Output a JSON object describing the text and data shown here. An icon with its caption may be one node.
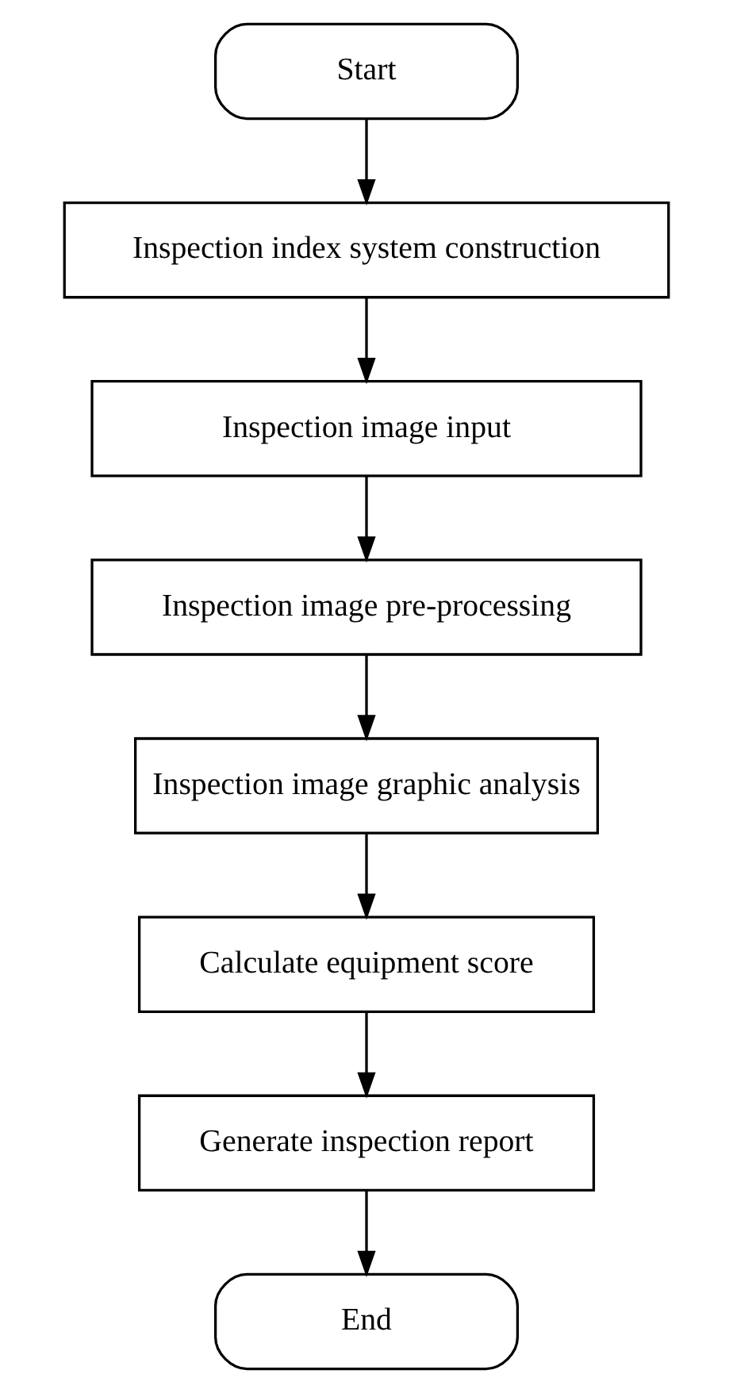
{
  "diagram": {
    "nodes": [
      {
        "text": [
          "Start"
        ]
      },
      {
        "text": [
          "Inspection index system construction"
        ]
      },
      {
        "text": [
          "Inspection image input"
        ]
      },
      {
        "text": [
          "Inspection image pre-processing"
        ]
      },
      {
        "text": [
          "Inspection image graphic analysis"
        ]
      },
      {
        "text": [
          "Calculate equipment score"
        ]
      },
      {
        "text": [
          "Generate inspection report"
        ]
      },
      {
        "text": [
          "End"
        ]
      }
    ],
    "edges": [
      {
        "from": 0,
        "to": 1,
        "arrow": "to"
      },
      {
        "from": 1,
        "to": 2,
        "arrow": "to"
      },
      {
        "from": 2,
        "to": 3,
        "arrow": "to"
      },
      {
        "from": 3,
        "to": 4,
        "arrow": "to"
      },
      {
        "from": 4,
        "to": 5,
        "arrow": "to"
      },
      {
        "from": 5,
        "to": 6,
        "arrow": "to"
      },
      {
        "from": 6,
        "to": 7,
        "arrow": "to"
      }
    ]
  }
}
